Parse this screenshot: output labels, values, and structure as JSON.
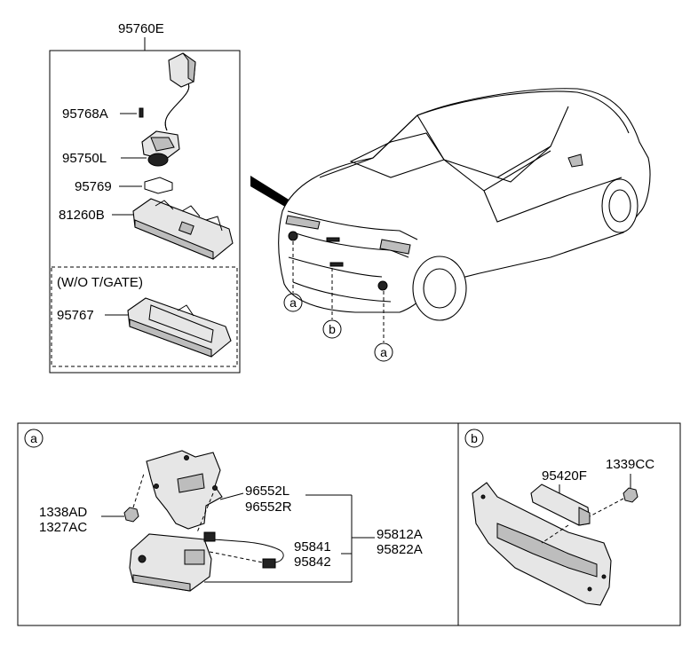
{
  "top_panel": {
    "group_label": "95760E",
    "labels": {
      "bolt": "95768A",
      "camera": "95750L",
      "gasket": "95769",
      "housing": "81260B",
      "wo_tgate_title": "(W/O T/GATE)",
      "wo_tgate_housing": "95767"
    }
  },
  "car_callouts": [
    "a",
    "b",
    "a"
  ],
  "detail_a": {
    "circle_label": "a",
    "labels": {
      "nut1": "1338AD",
      "nut2": "1327AC",
      "bracket_l": "96552L",
      "bracket_r": "96552R",
      "conn1": "95841",
      "conn2": "95842",
      "assy1": "95812A",
      "assy2": "95822A"
    }
  },
  "detail_b": {
    "circle_label": "b",
    "labels": {
      "bracket": "95420F",
      "nut": "1339CC"
    }
  }
}
